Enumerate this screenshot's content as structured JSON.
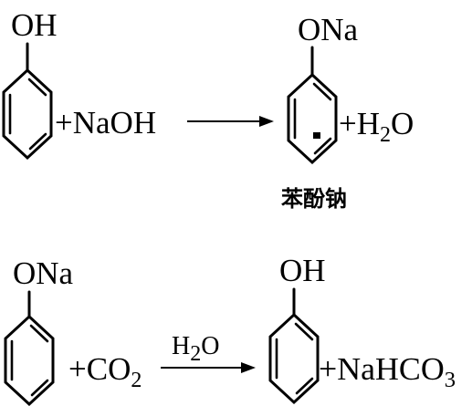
{
  "reaction_1": {
    "reactant_substituent": "OH",
    "reagent": "+NaOH",
    "product_substituent": "ONa",
    "byproduct_prefix": "+H",
    "byproduct_sub": "2",
    "byproduct_suffix": "O",
    "product_name": "苯酚钠"
  },
  "reaction_2": {
    "reactant_substituent": "ONa",
    "reagent_prefix": "+CO",
    "reagent_sub": "2",
    "condition_prefix": "H",
    "condition_sub": "2",
    "condition_suffix": "O",
    "product_substituent": "OH",
    "byproduct_prefix": "+NaHCO",
    "byproduct_sub": "3"
  }
}
